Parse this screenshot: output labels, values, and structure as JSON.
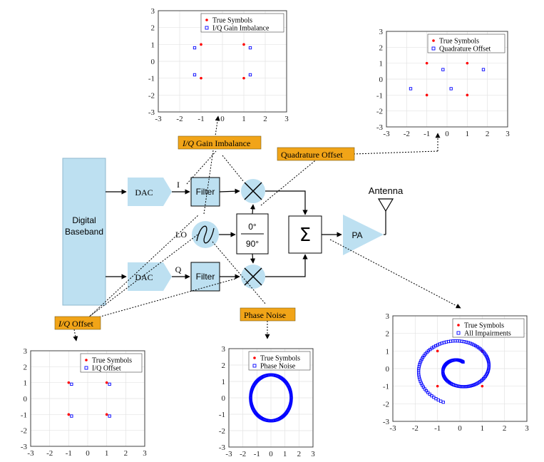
{
  "diagram": {
    "baseband": [
      "Digital",
      "Baseband"
    ],
    "dac_label": "DAC",
    "filter_label": "Filter",
    "i_label": "I",
    "q_label": "Q",
    "lo_label": "LO",
    "phase_top": "0°",
    "phase_bottom": "90°",
    "sum_symbol": "Σ",
    "pa_label": "PA",
    "antenna_label": "Antenna"
  },
  "tags": {
    "gain_imbalance": {
      "italic": "I/Q",
      "rest": " Gain Imbalance"
    },
    "quadrature_offset": "Quadrature Offset",
    "iq_offset": {
      "italic": "I/Q",
      "rest": " Offset"
    },
    "phase_noise": "Phase Noise"
  },
  "colors": {
    "block_fill": "#bde0f1",
    "tag_fill": "#f1a418",
    "true_symbol": "#ff0000",
    "impaired_symbol": "#0000ff"
  },
  "chart_data": [
    {
      "id": "gain-imbalance",
      "type": "scatter",
      "xlim": [
        -3,
        3
      ],
      "ylim": [
        -3,
        3
      ],
      "ticks": [
        -3,
        -2,
        -1,
        0,
        1,
        2,
        3
      ],
      "grid": true,
      "legend": "top-right",
      "series": [
        {
          "name": "True Symbols",
          "marker": "dot",
          "points": [
            [
              -1,
              1
            ],
            [
              1,
              1
            ],
            [
              -1,
              -1
            ],
            [
              1,
              -1
            ]
          ]
        },
        {
          "name": "I/Q Gain Imbalance",
          "marker": "square",
          "points": [
            [
              -1.3,
              0.8
            ],
            [
              1.3,
              0.8
            ],
            [
              -1.3,
              -0.8
            ],
            [
              1.3,
              -0.8
            ]
          ]
        }
      ]
    },
    {
      "id": "quadrature-offset",
      "type": "scatter",
      "xlim": [
        -3,
        3
      ],
      "ylim": [
        -3,
        3
      ],
      "ticks": [
        -3,
        -2,
        -1,
        0,
        1,
        2,
        3
      ],
      "grid": true,
      "legend": "top-right",
      "series": [
        {
          "name": "True Symbols",
          "marker": "dot",
          "points": [
            [
              -1,
              1
            ],
            [
              1,
              1
            ],
            [
              -1,
              -1
            ],
            [
              1,
              -1
            ]
          ]
        },
        {
          "name": "Quadrature Offset",
          "marker": "square",
          "points": [
            [
              -0.2,
              0.6
            ],
            [
              1.8,
              0.6
            ],
            [
              -1.8,
              -0.6
            ],
            [
              0.2,
              -0.6
            ]
          ]
        }
      ]
    },
    {
      "id": "iq-offset",
      "type": "scatter",
      "xlim": [
        -3,
        3
      ],
      "ylim": [
        -3,
        3
      ],
      "ticks": [
        -3,
        -2,
        -1,
        0,
        1,
        2,
        3
      ],
      "grid": true,
      "legend": "top-right",
      "series": [
        {
          "name": "True Symbols",
          "marker": "dot",
          "points": [
            [
              -1,
              1
            ],
            [
              1,
              1
            ],
            [
              -1,
              -1
            ],
            [
              1,
              -1
            ]
          ]
        },
        {
          "name": "I/Q Offset",
          "marker": "square",
          "points": [
            [
              -0.85,
              0.9
            ],
            [
              1.15,
              0.9
            ],
            [
              -0.85,
              -1.1
            ],
            [
              1.15,
              -1.1
            ]
          ]
        }
      ]
    },
    {
      "id": "phase-noise",
      "type": "scatter",
      "xlim": [
        -3,
        3
      ],
      "ylim": [
        -3,
        3
      ],
      "ticks": [
        -3,
        -2,
        -1,
        0,
        1,
        2,
        3
      ],
      "grid": true,
      "legend": "top-right",
      "series": [
        {
          "name": "True Symbols",
          "marker": "dot",
          "points": []
        },
        {
          "name": "Phase Noise",
          "marker": "square",
          "shape": "ring",
          "center": [
            0,
            0
          ],
          "radius": [
            1.45,
            1.4
          ]
        }
      ]
    },
    {
      "id": "all-impairments",
      "type": "scatter",
      "xlim": [
        -3,
        3
      ],
      "ylim": [
        -3,
        3
      ],
      "ticks": [
        -3,
        -2,
        -1,
        0,
        1,
        2,
        3
      ],
      "grid": true,
      "legend": "top-right",
      "series": [
        {
          "name": "True Symbols",
          "marker": "dot",
          "points": [
            [
              -1,
              1
            ],
            [
              1,
              1
            ],
            [
              -1,
              -1
            ],
            [
              1,
              -1
            ]
          ]
        },
        {
          "name": "All Impairments",
          "marker": "square",
          "shape": "spiral",
          "center": [
            0,
            0
          ],
          "radius_range": [
            0.4,
            2.05
          ],
          "turns": 1.5
        }
      ]
    }
  ]
}
